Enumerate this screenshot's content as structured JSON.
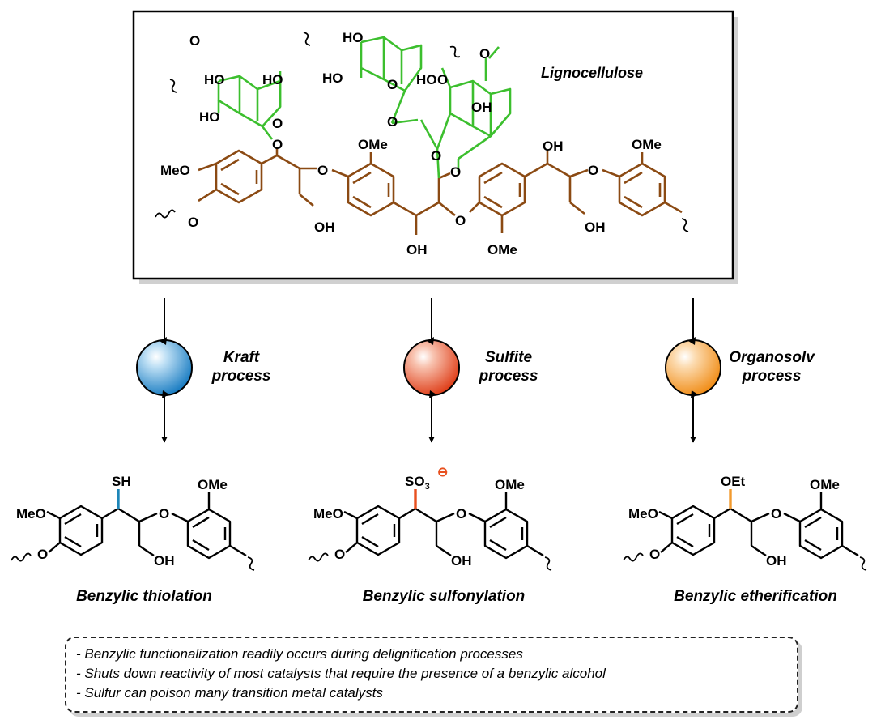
{
  "structure": {
    "title": "Lignocellulose",
    "labels": {
      "ho_1": "HO",
      "ho_2": "HO",
      "ho_3": "HO",
      "ho_4": "HO",
      "ho_5": "HO",
      "ho_6": "HO",
      "oh_1": "OH",
      "oh_2": "OH",
      "oh_3": "OH",
      "oh_4": "OH",
      "oh_5": "OH",
      "ome_1": "OMe",
      "ome_2": "OMe",
      "ome_3": "OMe",
      "meo_1": "MeO",
      "o_1": "O",
      "o_2": "O",
      "o_3": "O",
      "o_4": "O",
      "o_5": "O",
      "o_6": "O",
      "o_7": "O",
      "o_8": "O",
      "o_9": "O",
      "o_10": "O",
      "o_11": "O",
      "o_12": "O",
      "o_13": "O"
    }
  },
  "processes": [
    {
      "name": "Kraft",
      "suffix": "process",
      "color": "#2a8fd0"
    },
    {
      "name": "Sulfite",
      "suffix": "process",
      "color": "#e8502a"
    },
    {
      "name": "Organosolv",
      "suffix": "process",
      "color": "#f59a2a"
    }
  ],
  "products": [
    {
      "group": "SH",
      "label": "Benzylic thiolation",
      "bond_color": "#1d86b8"
    },
    {
      "group": "SO",
      "group_sub": "3",
      "charge": "⊖",
      "label": "Benzylic sulfonylation",
      "bond_color": "#e8501e"
    },
    {
      "group": "OEt",
      "label": "Benzylic etherification",
      "bond_color": "#f29a2e"
    }
  ],
  "product_labels": {
    "meo": "MeO",
    "ome": "OMe",
    "oh": "OH",
    "o": "O"
  },
  "notes": [
    "- Benzylic functionalization readily occurs during delignification processes",
    "- Shuts down reactivity of most catalysts that require the presence of a benzylic alcohol",
    "- Sulfur can poison many transition metal catalysts"
  ],
  "colors": {
    "lignin": "#8b4a13",
    "sugar": "#3cbf2e"
  }
}
